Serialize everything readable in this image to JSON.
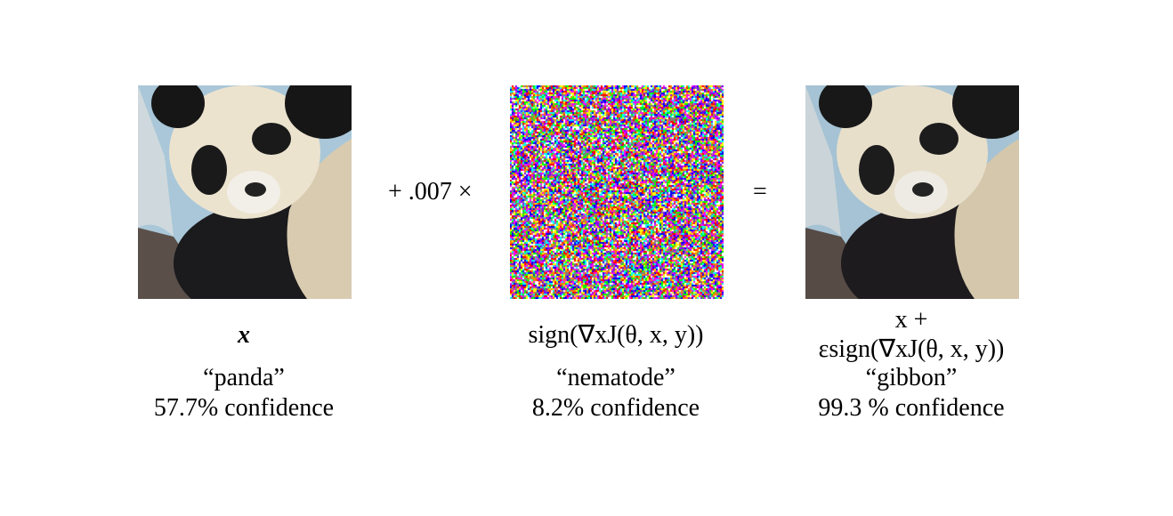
{
  "figure": {
    "operators": {
      "plus_times": "+ .007 ×",
      "equals": "="
    },
    "panels": [
      {
        "id": "original",
        "image": "panda-photo",
        "formula": "x",
        "label": "“panda”",
        "confidence": "57.7% confidence"
      },
      {
        "id": "noise",
        "image": "colorful-noise",
        "formula": "sign(∇xJ(θ, x, y))",
        "label": "“nematode”",
        "confidence": "8.2% confidence"
      },
      {
        "id": "adversarial",
        "image": "panda-photo",
        "formula_line1": "x +",
        "formula_line2": "εsign(∇xJ(θ, x, y))",
        "label": "“gibbon”",
        "confidence": "99.3 % confidence"
      }
    ]
  }
}
